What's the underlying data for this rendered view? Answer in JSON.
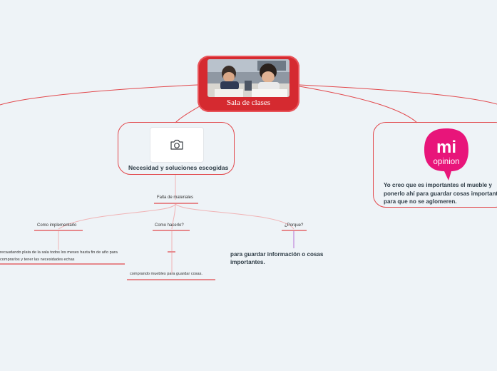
{
  "central": {
    "label": "Sala de clases",
    "image": "students-writing-photo"
  },
  "left_topic": {
    "title": "Necesidad y soluciones escogidas",
    "icon": "camera-icon"
  },
  "right_topic": {
    "badge_top": "mi",
    "badge_bottom": "opinion",
    "text": "Yo creo que es importantes el mueble y ponerlo ahí para guardar cosas importantes para que no se aglomeren."
  },
  "subtopics": {
    "falta": "Falta de materiales",
    "implementarlo": "Como implementarlo",
    "hacerlo": "Como hacerlo?",
    "porque": "¿Porque?"
  },
  "leaves": {
    "recaudando": "recaudando plata de la sala todos los meses hasta fin de año para comprarlos y tener las necesidades echas",
    "comprando": "comprando muebles para guardar cosas.",
    "guardar": "para guardar información o cosas importantes."
  },
  "colors": {
    "accent": "#d52a30",
    "line": "#e2484c",
    "purple_line": "#b56fd6",
    "badge": "#e8157a",
    "background": "#eef3f7"
  }
}
